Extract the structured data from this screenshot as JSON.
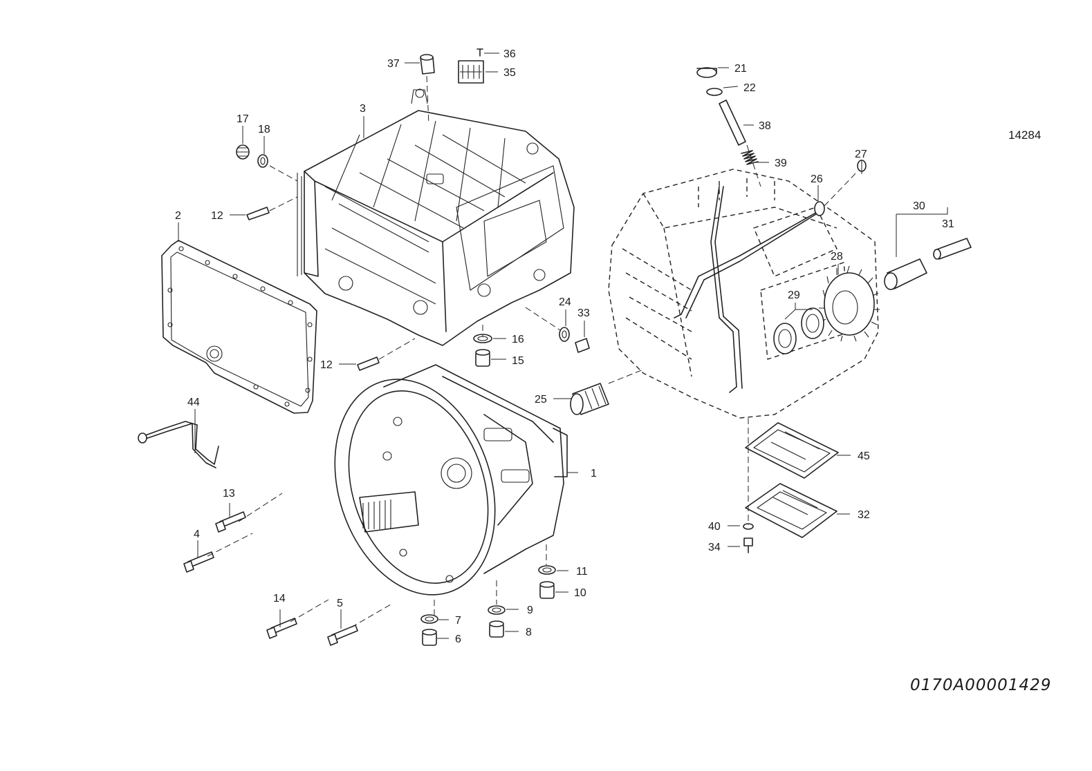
{
  "drawing": {
    "ref_number": "14284",
    "document_id": "0170A00001429"
  },
  "callouts": [
    {
      "id": "c1",
      "label": "1"
    },
    {
      "id": "c2",
      "label": "2"
    },
    {
      "id": "c3",
      "label": "3"
    },
    {
      "id": "c4",
      "label": "4"
    },
    {
      "id": "c5",
      "label": "5"
    },
    {
      "id": "c6",
      "label": "6"
    },
    {
      "id": "c7",
      "label": "7"
    },
    {
      "id": "c8",
      "label": "8"
    },
    {
      "id": "c9",
      "label": "9"
    },
    {
      "id": "c10",
      "label": "10"
    },
    {
      "id": "c11",
      "label": "11"
    },
    {
      "id": "c12a",
      "label": "12"
    },
    {
      "id": "c12b",
      "label": "12"
    },
    {
      "id": "c13",
      "label": "13"
    },
    {
      "id": "c14",
      "label": "14"
    },
    {
      "id": "c15",
      "label": "15"
    },
    {
      "id": "c16",
      "label": "16"
    },
    {
      "id": "c17",
      "label": "17"
    },
    {
      "id": "c18",
      "label": "18"
    },
    {
      "id": "c21",
      "label": "21"
    },
    {
      "id": "c22",
      "label": "22"
    },
    {
      "id": "c24",
      "label": "24"
    },
    {
      "id": "c25",
      "label": "25"
    },
    {
      "id": "c26",
      "label": "26"
    },
    {
      "id": "c27",
      "label": "27"
    },
    {
      "id": "c28",
      "label": "28"
    },
    {
      "id": "c29",
      "label": "29"
    },
    {
      "id": "c30",
      "label": "30"
    },
    {
      "id": "c31",
      "label": "31"
    },
    {
      "id": "c32",
      "label": "32"
    },
    {
      "id": "c33",
      "label": "33"
    },
    {
      "id": "c34",
      "label": "34"
    },
    {
      "id": "c35",
      "label": "35"
    },
    {
      "id": "c36",
      "label": "36"
    },
    {
      "id": "c37",
      "label": "37"
    },
    {
      "id": "c38",
      "label": "38"
    },
    {
      "id": "c39",
      "label": "39"
    },
    {
      "id": "c40",
      "label": "40"
    },
    {
      "id": "c44",
      "label": "44"
    },
    {
      "id": "c45",
      "label": "45"
    }
  ]
}
